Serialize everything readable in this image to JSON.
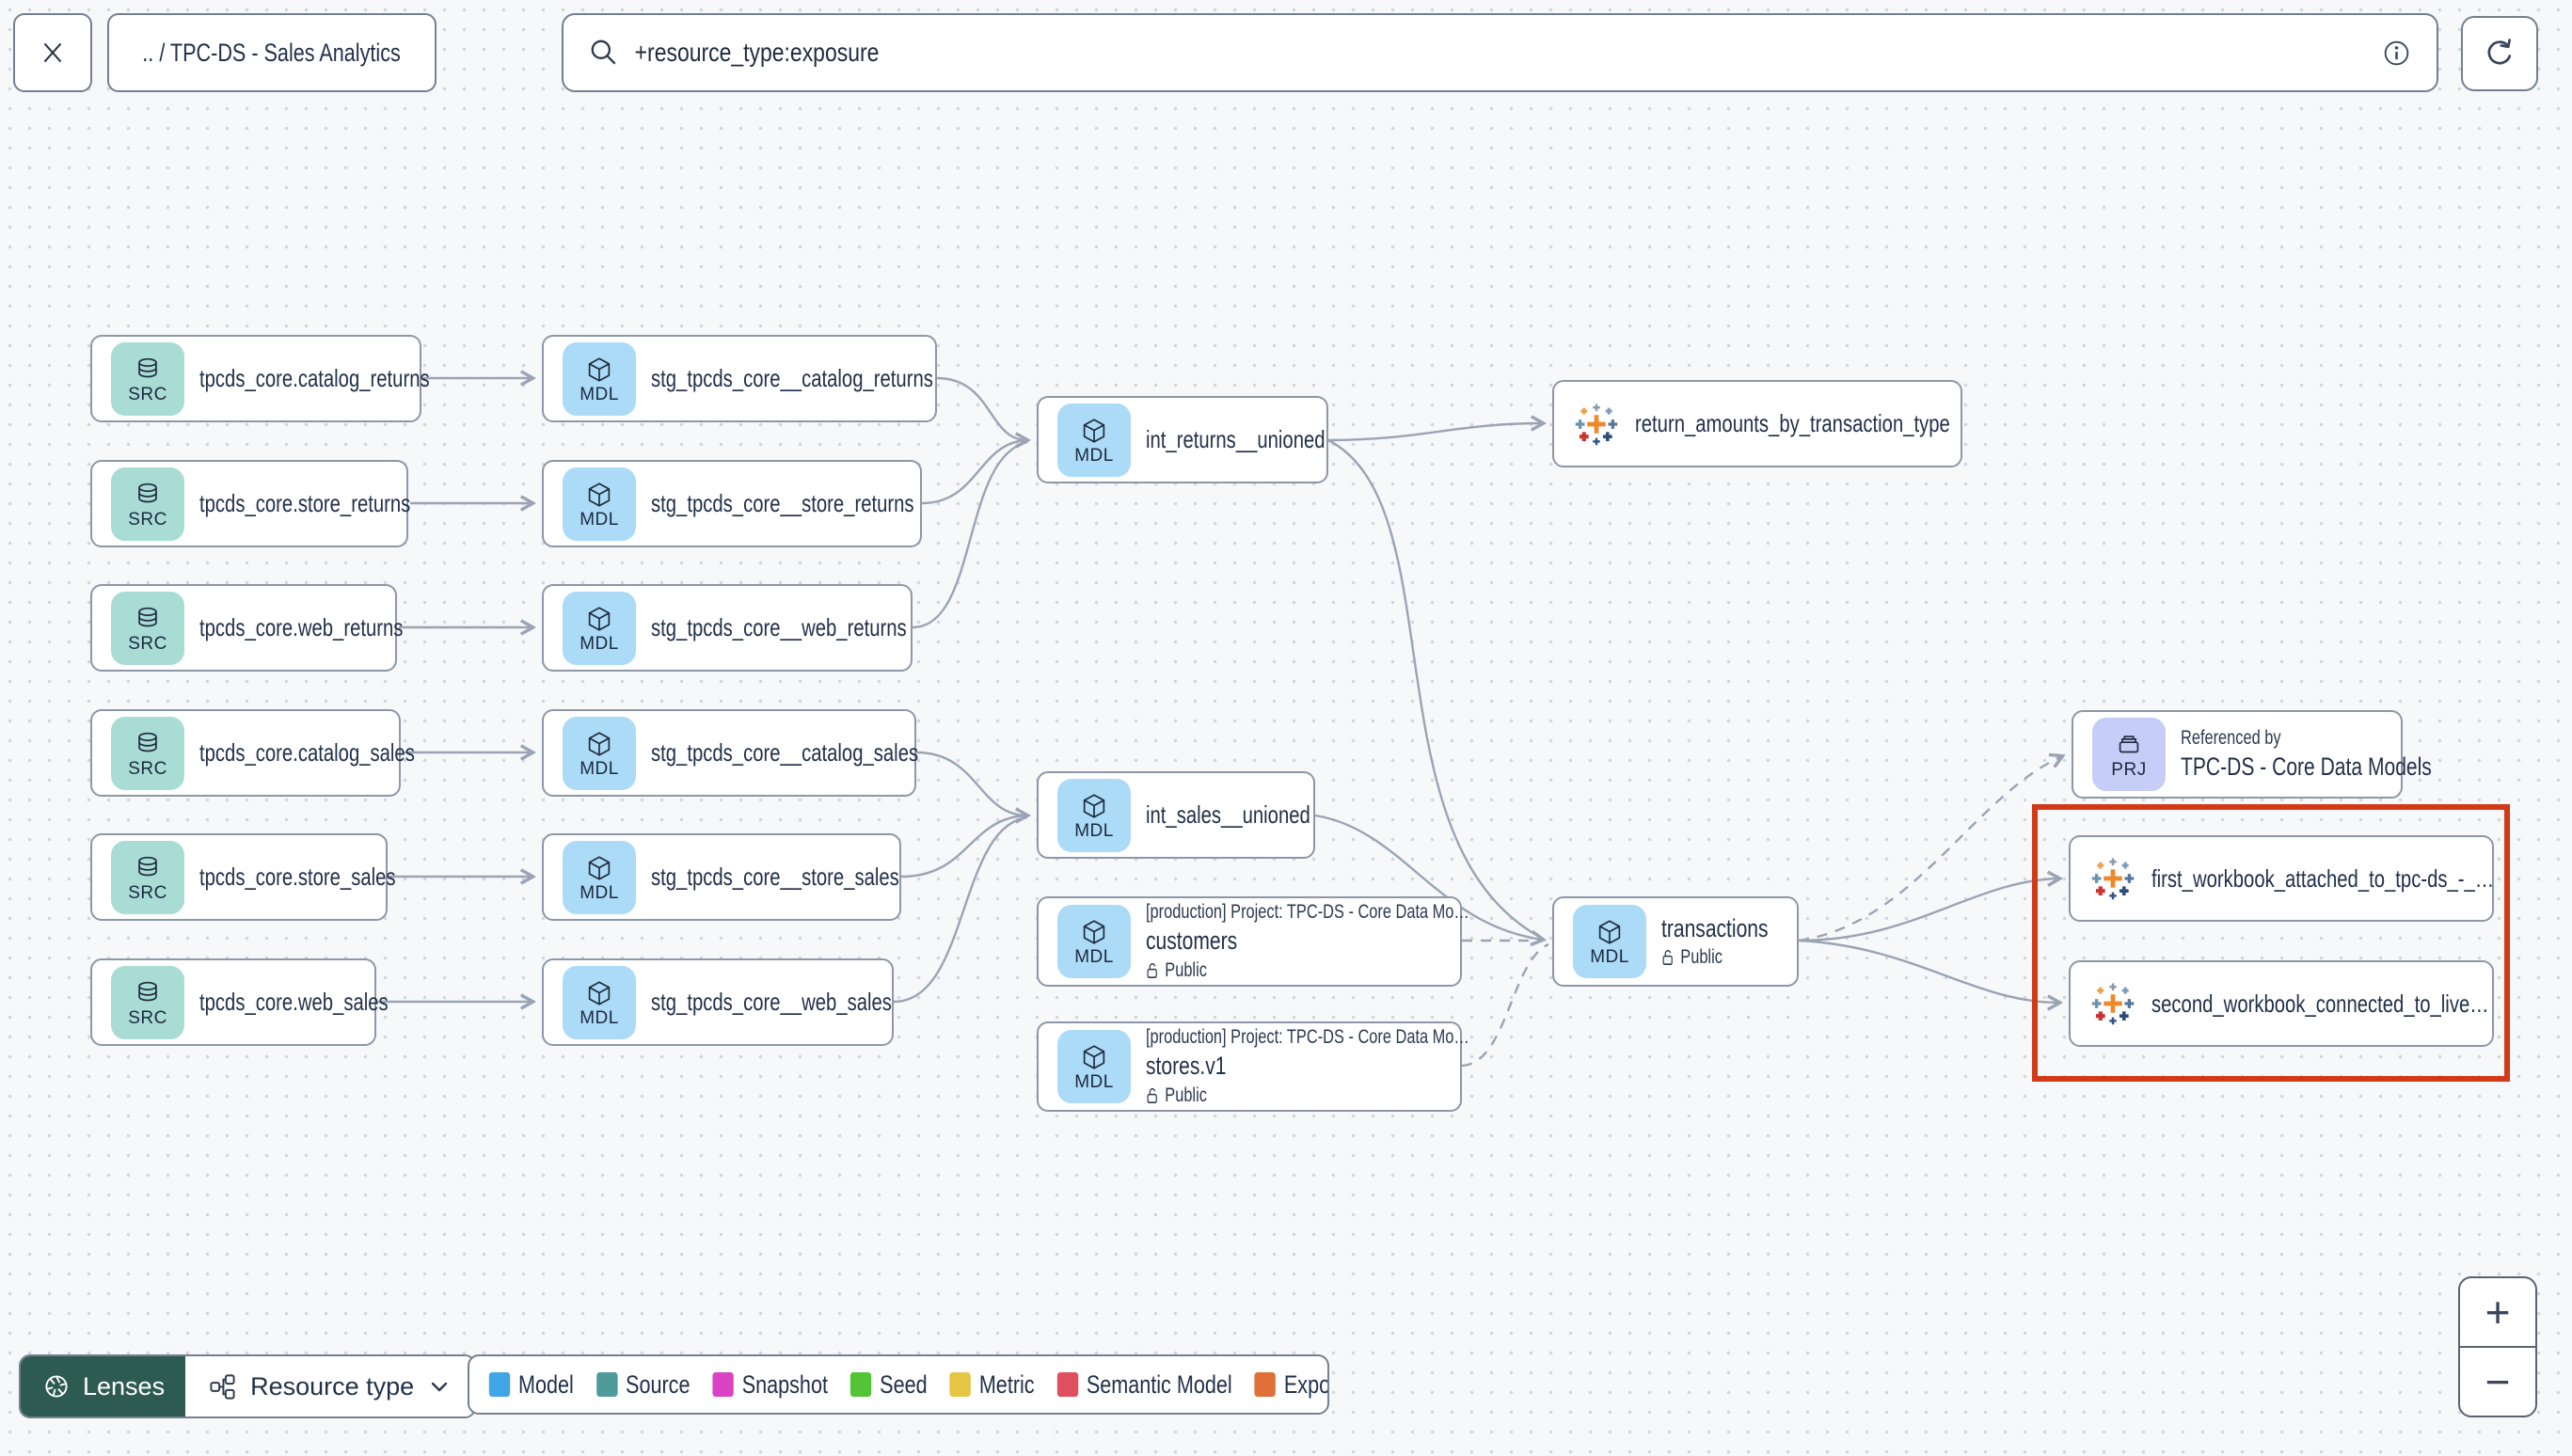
{
  "header": {
    "breadcrumb": ".. / TPC-DS - Sales Analytics",
    "search": {
      "value": "+resource_type:exposure"
    }
  },
  "nodes": [
    {
      "type": "source",
      "badge": "SRC",
      "label": "tpcds_core.catalog_returns"
    },
    {
      "type": "source",
      "badge": "SRC",
      "label": "tpcds_core.store_returns"
    },
    {
      "type": "source",
      "badge": "SRC",
      "label": "tpcds_core.web_returns"
    },
    {
      "type": "source",
      "badge": "SRC",
      "label": "tpcds_core.catalog_sales"
    },
    {
      "type": "source",
      "badge": "SRC",
      "label": "tpcds_core.store_sales"
    },
    {
      "type": "source",
      "badge": "SRC",
      "label": "tpcds_core.web_sales"
    },
    {
      "type": "model",
      "badge": "MDL",
      "label": "stg_tpcds_core__catalog_returns"
    },
    {
      "type": "model",
      "badge": "MDL",
      "label": "stg_tpcds_core__store_returns"
    },
    {
      "type": "model",
      "badge": "MDL",
      "label": "stg_tpcds_core__web_returns"
    },
    {
      "type": "model",
      "badge": "MDL",
      "label": "stg_tpcds_core__catalog_sales"
    },
    {
      "type": "model",
      "badge": "MDL",
      "label": "stg_tpcds_core__store_sales"
    },
    {
      "type": "model",
      "badge": "MDL",
      "label": "stg_tpcds_core__web_sales"
    },
    {
      "type": "model",
      "badge": "MDL",
      "label": "int_returns__unioned"
    },
    {
      "type": "model",
      "badge": "MDL",
      "label": "int_sales__unioned"
    },
    {
      "type": "model",
      "badge": "MDL",
      "context": "[production] Project: TPC-DS - Core Data Mo…",
      "label": "customers",
      "access": "Public"
    },
    {
      "type": "model",
      "badge": "MDL",
      "context": "[production] Project: TPC-DS - Core Data Mo…",
      "label": "stores.v1",
      "access": "Public"
    },
    {
      "type": "exposure",
      "label": "return_amounts_by_transaction_type"
    },
    {
      "type": "model",
      "badge": "MDL",
      "label": "transactions",
      "access": "Public"
    },
    {
      "type": "project",
      "badge": "PRJ",
      "context": "Referenced by",
      "label": "TPC-DS - Core Data Models"
    },
    {
      "type": "exposure",
      "label": "first_workbook_attached_to_tpc-ds_-_…"
    },
    {
      "type": "exposure",
      "label": "second_workbook_connected_to_live…"
    }
  ],
  "legend": {
    "items": [
      {
        "label": "Model",
        "color": "#42a5e8"
      },
      {
        "label": "Source",
        "color": "#4f9b99"
      },
      {
        "label": "Snapshot",
        "color": "#da44c4"
      },
      {
        "label": "Seed",
        "color": "#54c437"
      },
      {
        "label": "Metric",
        "color": "#e6c643"
      },
      {
        "label": "Semantic Model",
        "color": "#e04f5e"
      },
      {
        "label": "Exposure",
        "color": "#de7038"
      }
    ]
  },
  "toolbar": {
    "lenses": "Lenses",
    "resource_type": "Resource type"
  },
  "zoom_controls": {
    "zoom_in": "+",
    "zoom_out": "−"
  },
  "colors": {
    "selection_box": "#d23a17",
    "model_icon_bg": "#abdbf7",
    "source_icon_bg": "#a8dcd5",
    "project_icon_bg": "#c6cdf7",
    "lenses_bg": "#2d5b51"
  }
}
